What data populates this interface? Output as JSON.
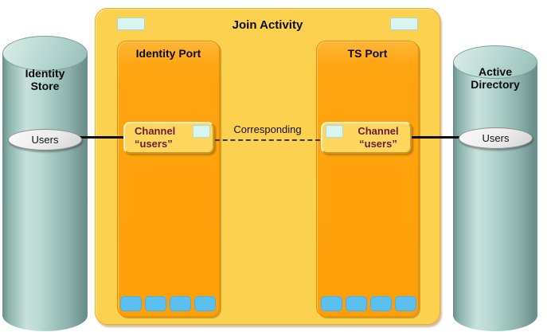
{
  "colors": {
    "canvas_bg": "#ffffff",
    "activity_yellow": "#fdd150",
    "port_orange": "#ffa30f",
    "channel_yellow": "#ffd75e",
    "io_tab_cyan": "#d8f5f2",
    "chip_blue": "#5bc0f0",
    "cylinder_teal": "#9dc3bd",
    "channel_text_maroon": "#6e1834",
    "connector_black": "#0a0a0a"
  },
  "join_activity": {
    "title": "Join Activity",
    "ports": [
      {
        "title": "Identity Port",
        "channel": {
          "line1": "Channel",
          "line2": "“users”"
        }
      },
      {
        "title": "TS Port",
        "channel": {
          "line1": "Channel",
          "line2": "“users”"
        }
      }
    ],
    "connector": {
      "label": "Corresponding"
    }
  },
  "stores": [
    {
      "name_line1": "Identity",
      "name_line2": "Store",
      "entity": "Users"
    },
    {
      "name_line1": "Active",
      "name_line2": "Directory",
      "entity": "Users"
    }
  ]
}
